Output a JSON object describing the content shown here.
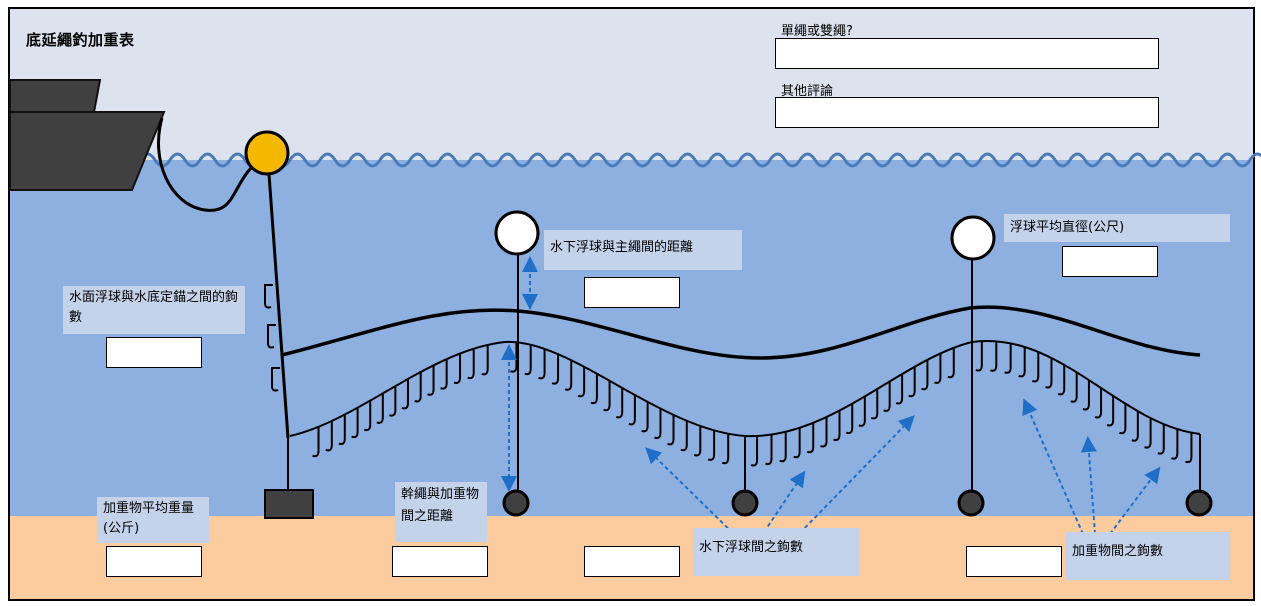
{
  "title": "底延繩釣加重表",
  "colors": {
    "sky": "#dce3ee",
    "water": "#8db0e0",
    "seabed": "#fccc9e",
    "wave": "#4a7ab8",
    "boat": "#404040",
    "surface_buoy": "#f5b800",
    "arrow": "#1f6fc9",
    "label_bg": "#c5d3ea"
  },
  "fields": {
    "single_or_double": {
      "label": "單繩或雙繩?",
      "value": ""
    },
    "other_comments": {
      "label": "其他評論",
      "value": ""
    },
    "hooks_surface_to_anchor": {
      "label": "水面浮球與水底定錨之間的鉤數",
      "value": ""
    },
    "subsurface_float_mainline_distance": {
      "label": "水下浮球與主繩間的距離",
      "value": ""
    },
    "float_avg_diameter": {
      "label": "浮球平均直徑(公尺)",
      "value": ""
    },
    "weight_avg_kg": {
      "label": "加重物平均重量(公斤)",
      "value": ""
    },
    "branchline_weight_distance": {
      "label": "幹繩與加重物間之距離",
      "value": ""
    },
    "hooks_between_floats": {
      "label": "水下浮球間之鉤數",
      "value": ""
    },
    "hooks_between_weights": {
      "label": "加重物間之鉤數",
      "value": ""
    }
  }
}
